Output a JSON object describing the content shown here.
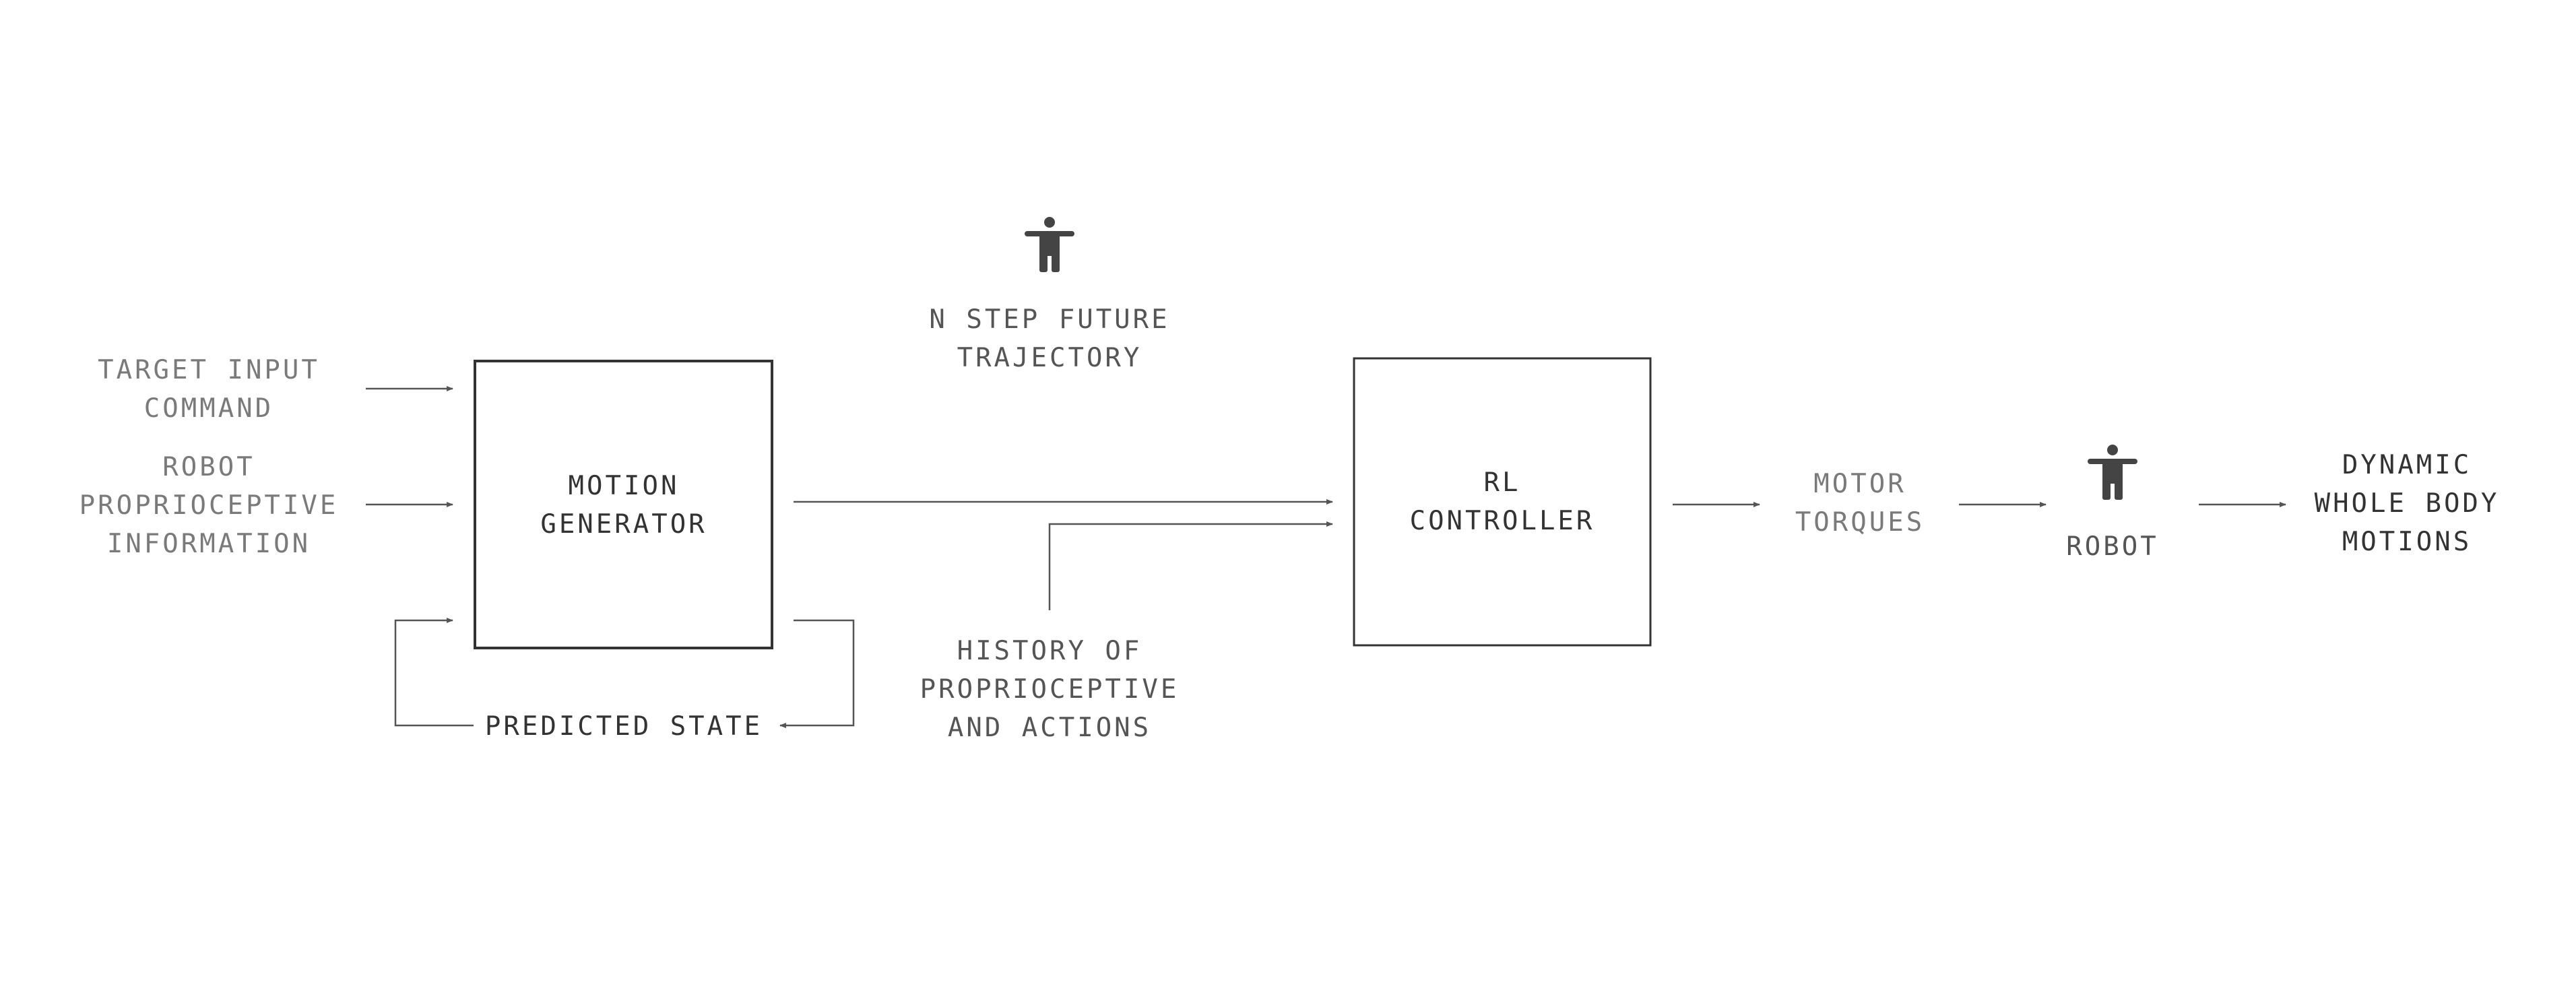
{
  "inputs": {
    "target_input_command": [
      "TARGET INPUT",
      "COMMAND"
    ],
    "robot_proprioceptive_information": [
      "ROBOT",
      "PROPRIOCEPTIVE",
      "INFORMATION"
    ]
  },
  "blocks": {
    "motion_generator": [
      "MOTION",
      "GENERATOR"
    ],
    "rl_controller": [
      "RL",
      "CONTROLLER"
    ]
  },
  "feedback": {
    "predicted_state": "PREDICTED STATE"
  },
  "signals": {
    "n_step_future_trajectory": [
      "N STEP FUTURE",
      "TRAJECTORY"
    ],
    "history": [
      "HISTORY OF",
      "PROPRIOCEPTIVE",
      "AND ACTIONS"
    ],
    "motor_torques": [
      "MOTOR",
      "TORQUES"
    ]
  },
  "robot": {
    "label": "ROBOT",
    "icon": "humanoid-figure-icon"
  },
  "outputs": {
    "dynamic_whole_body_motions": [
      "DYNAMIC",
      "WHOLE BODY",
      "MOTIONS"
    ]
  },
  "colors": {
    "box_stroke": "#333333",
    "arrow_stroke": "#555555",
    "icon_fill": "#444444"
  }
}
